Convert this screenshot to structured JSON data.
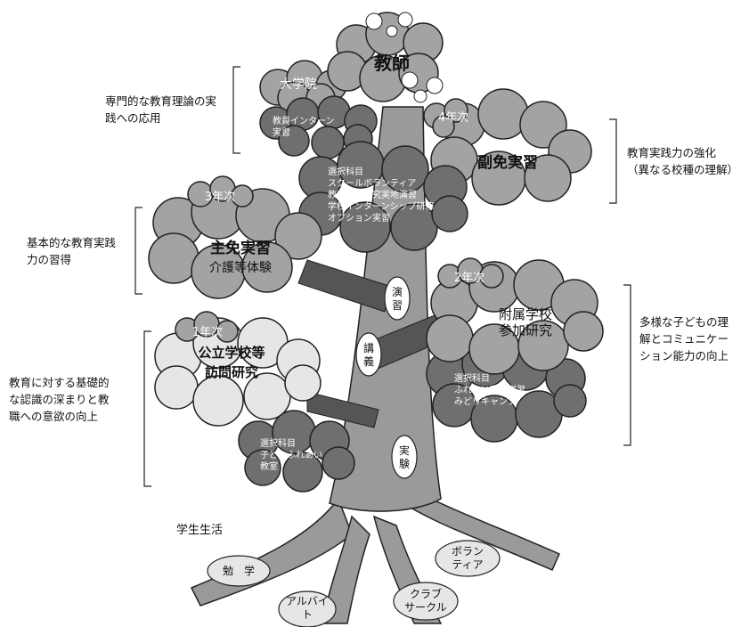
{
  "tree": {
    "top_label": "教師",
    "clouds": {
      "graduate": {
        "title": "大学院",
        "body": "教員インターン\n実習"
      },
      "year4": {
        "year": "4年次",
        "title": "副免実習"
      },
      "center": {
        "body": "選択科目\nスクールボランティア\n教育課題研究実地演習\n学校インターンシップ研修\nオプション実習"
      },
      "year3": {
        "year": "3年次",
        "title": "主免実習",
        "subtitle": "介護等体験"
      },
      "year2": {
        "year": "2年次",
        "title": "附属学校\n参加研究",
        "body": "選択科目\nふれあい宿泊学習\nみどりキャンプ"
      },
      "year1": {
        "year": "1年次",
        "title": "公立学校等\n訪問研究",
        "body": "選択科目\n子どもふれあい\n教室"
      }
    },
    "trunk_labels": [
      "演\n習",
      "講\n義",
      "実\n験"
    ],
    "student_life": "学生生活",
    "roots": [
      "勉　学",
      "アルバイ\nト",
      "クラブ\nサークル",
      "ボラン\nティア"
    ]
  },
  "side_notes": {
    "graduate": "専門的な教育理論の実\n践への応用",
    "year4": "教育実践力の強化\n（異なる校種の理解）",
    "year3": "基本的な教育実践\n力の習得",
    "year2": "多様な子どもの理\n解とコミュニケー\nション能力の向上",
    "year1": "教育に対する基礎的\nな認識の深まりと教\n職への意欲の向上"
  },
  "colors": {
    "trunk": "#9a9a9a",
    "branch": "#555555",
    "cloud": "#a3a3a3",
    "cloud_dark": "#6f6f6f",
    "cloud_light": "#e6e6e6",
    "outline": "#222222"
  }
}
